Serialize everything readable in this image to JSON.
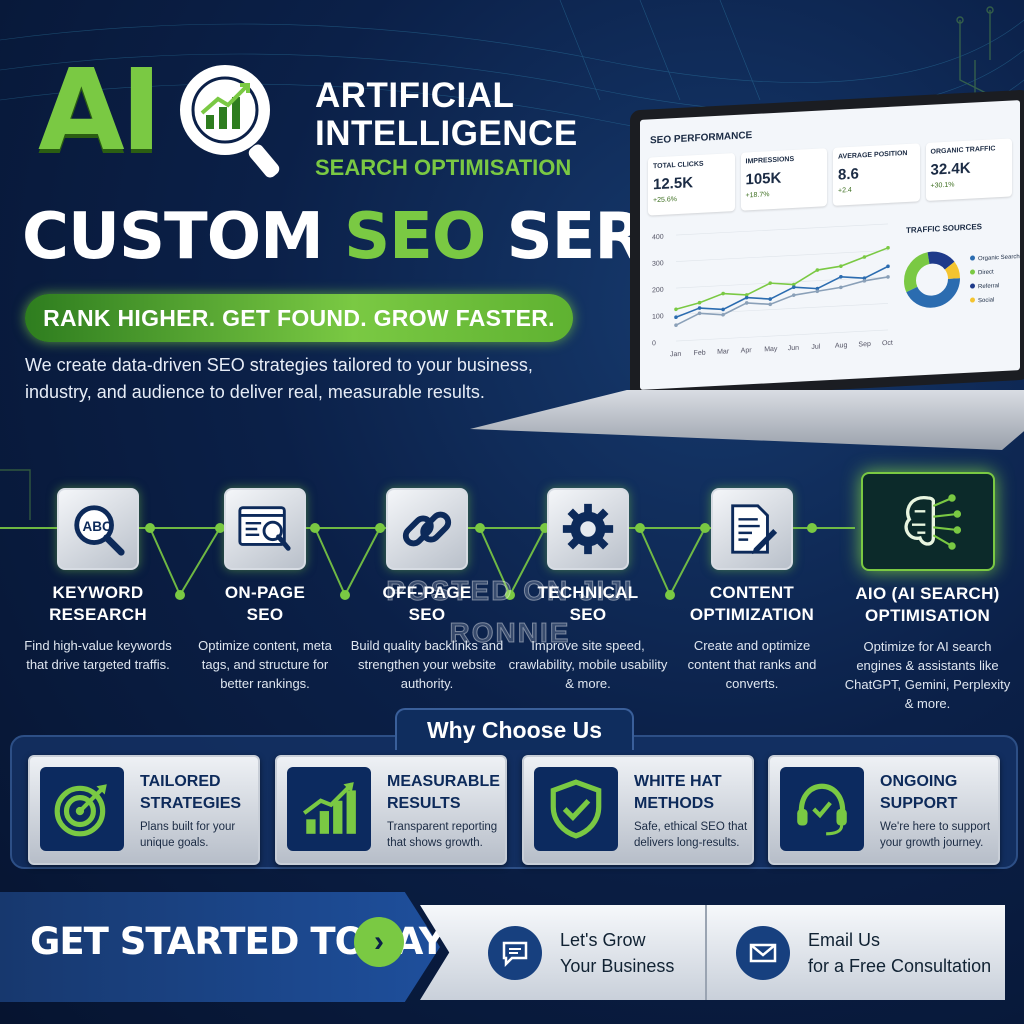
{
  "header": {
    "logo_text": "AI",
    "title_line1": "ARTIFICIAL",
    "title_line2": "INTELLIGENCE",
    "title_line3": "SEARCH OPTIMISATION"
  },
  "headline": {
    "part1": "CUSTOM ",
    "highlight": "SEO",
    "part2": " SERVICES"
  },
  "tagline": "RANK HIGHER. GET FOUND. GROW FASTER.",
  "intro": "We create data-driven SEO strategies tailored to your business, industry, and audience to deliver real, measurable results.",
  "dashboard": {
    "title": "SEO PERFORMANCE",
    "kpis": [
      {
        "label": "TOTAL CLICKS",
        "value": "12.5K",
        "delta": "+25.6%"
      },
      {
        "label": "IMPRESSIONS",
        "value": "105K",
        "delta": "+18.7%"
      },
      {
        "label": "AVERAGE POSITION",
        "value": "8.6",
        "delta": "+2.4"
      },
      {
        "label": "ORGANIC TRAFFIC",
        "value": "32.4K",
        "delta": "+30.1%"
      }
    ],
    "traffic_title": "TRAFFIC SOURCES",
    "sources": [
      "Organic Search",
      "Direct",
      "Referral",
      "Social"
    ],
    "source_colors": [
      "#2b6cb0",
      "#7ac943",
      "#1e3a8a",
      "#f4c430"
    ]
  },
  "chart_data": {
    "type": "line",
    "categories": [
      "Jan",
      "Feb",
      "Mar",
      "Apr",
      "May",
      "Jun",
      "Jul",
      "Aug",
      "Sep",
      "Oct"
    ],
    "yticks": [
      "0",
      "100",
      "200",
      "300",
      "400"
    ],
    "ylim": [
      0,
      400
    ],
    "series": [
      {
        "values": [
          120,
          140,
          170,
          160,
          200,
          190,
          240,
          250,
          280,
          310
        ]
      },
      {
        "values": [
          90,
          120,
          110,
          150,
          140,
          180,
          170,
          210,
          200,
          240
        ]
      },
      {
        "values": [
          60,
          100,
          90,
          130,
          120,
          150,
          160,
          170,
          190,
          200
        ]
      }
    ],
    "colors": [
      "#7ac943",
      "#2b6cb0",
      "#8aa0b8"
    ]
  },
  "services": [
    {
      "title1": "KEYWORD",
      "title2": "RESEARCH",
      "desc": "Find high-value keywords that drive targeted traffis.",
      "icon": "keyword-search-icon"
    },
    {
      "title1": "ON-PAGE",
      "title2": "SEO",
      "desc": "Optimize content, meta tags, and structure for better rankings.",
      "icon": "webpage-search-icon"
    },
    {
      "title1": "OFF-PAGE",
      "title2": "SEO",
      "desc": "Build quality backlinks and strengthen your website authority.",
      "icon": "link-icon"
    },
    {
      "title1": "TECHNICAL",
      "title2": "SEO",
      "desc": "Improve site speed, crawlability, mobile usability & more.",
      "icon": "gear-icon"
    },
    {
      "title1": "CONTENT",
      "title2": "OPTIMIZATION",
      "desc": "Create and optimize content that ranks and converts.",
      "icon": "document-edit-icon"
    },
    {
      "title1": "AIO (AI SEARCH)",
      "title2": "OPTIMISATION",
      "desc": "Optimize for AI search engines & assistants like ChatGPT, Gemini, Perplexity & more.",
      "icon": "brain-circuit-icon"
    }
  ],
  "watermark": {
    "line1": "POSTED ON JIJI",
    "line2": "RONNIE"
  },
  "why": {
    "title": "Why Choose Us",
    "cards": [
      {
        "title1": "TAILORED",
        "title2": "STRATEGIES",
        "desc": "Plans built for your unique goals.",
        "icon": "target-icon"
      },
      {
        "title1": "MEASURABLE",
        "title2": "RESULTS",
        "desc": "Transparent reporting that shows growth.",
        "icon": "bar-chart-icon"
      },
      {
        "title1": "WHITE HAT",
        "title2": "METHODS",
        "desc": "Safe, ethical SEO that delivers long-results.",
        "icon": "shield-check-icon"
      },
      {
        "title1": "ONGOING",
        "title2": "SUPPORT",
        "desc": "We're here to support your growth journey.",
        "icon": "headset-icon"
      }
    ]
  },
  "cta": {
    "label": "GET STARTED TODAY!",
    "arrow": "›",
    "contact1": {
      "line1": "Let's Grow",
      "line2": "Your Business",
      "icon": "chat-icon"
    },
    "contact2": {
      "line1": "Email Us",
      "line2": "for a Free Consultation",
      "icon": "mail-icon"
    }
  },
  "colors": {
    "accent": "#7ac943",
    "navy": "#0b2048",
    "blue": "#17407f"
  }
}
